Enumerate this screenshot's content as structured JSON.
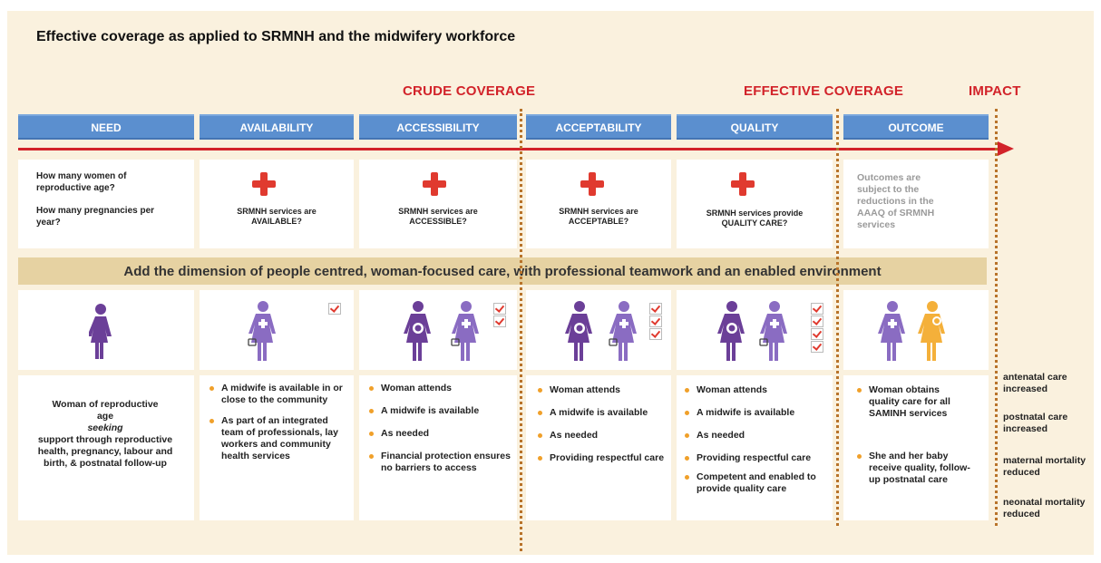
{
  "title": "Effective coverage as applied to SRMNH and the midwifery workforce",
  "headers": {
    "crude": "CRUDE COVERAGE",
    "effective": "EFFECTIVE COVERAGE",
    "impact": "IMPACT"
  },
  "columns": [
    "NEED",
    "AVAILABILITY",
    "ACCESSIBILITY",
    "ACCEPTABILITY",
    "QUALITY",
    "OUTCOME"
  ],
  "need_questions": [
    "How many women of reproductive age?",
    "How many pregnancies per year?"
  ],
  "service_questions": [
    {
      "line1": "SRMNH services are",
      "line2": "AVAILABLE?"
    },
    {
      "line1": "SRMNH services are",
      "line2": "ACCESSIBLE?"
    },
    {
      "line1": "SRMNH services are",
      "line2": "ACCEPTABLE?"
    },
    {
      "line1": "SRMNH services provide",
      "line2": "QUALITY CARE?"
    }
  ],
  "outcome_note": "Outcomes are subject to the reductions in the AAAQ of SRMNH services",
  "dimension_bar": "Add the dimension of people centred, woman-focused care, with professional teamwork and an enabled environment",
  "need_text": {
    "line1": "Woman of reproductive age",
    "seeking": "seeking",
    "line2": "support through reproductive health, pregnancy, labour and birth, & postnatal follow-up"
  },
  "lists": {
    "availability": [
      "A midwife is available in or close to the community",
      "As part of an integrated team of professionals, lay workers and community health services"
    ],
    "accessibility": [
      "Woman attends",
      "A midwife is available",
      "As needed",
      "Financial protection ensures no barriers to access"
    ],
    "acceptability": [
      "Woman attends",
      "A midwife is available",
      "As needed",
      "Providing respectful care"
    ],
    "quality": [
      "Woman attends",
      "A midwife is available",
      "As needed",
      "Providing respectful care",
      "Competent and enabled to provide quality care"
    ],
    "outcome": [
      "Woman obtains quality care for all SAMINH services",
      "She and her baby receive quality, follow-up postnatal care"
    ]
  },
  "impacts": [
    {
      "a": "antenatal care",
      "b": "increased"
    },
    {
      "a": "postnatal care",
      "b": "increased"
    },
    {
      "a": "maternal mortality",
      "b": "reduced"
    },
    {
      "a": "neonatal mortality",
      "b": "reduced"
    }
  ],
  "colors": {
    "accent_red": "#d2232a",
    "band_blue": "#5b8fcf",
    "figure_purple": "#6b3f98",
    "baby_orange": "#f4b03a",
    "bullet_orange": "#f0a02a",
    "background": "#faf1de"
  },
  "icons": [
    "red-cross-icon",
    "woman-figure-icon",
    "pregnant-woman-icon",
    "midwife-icon",
    "checkbox-icon"
  ]
}
